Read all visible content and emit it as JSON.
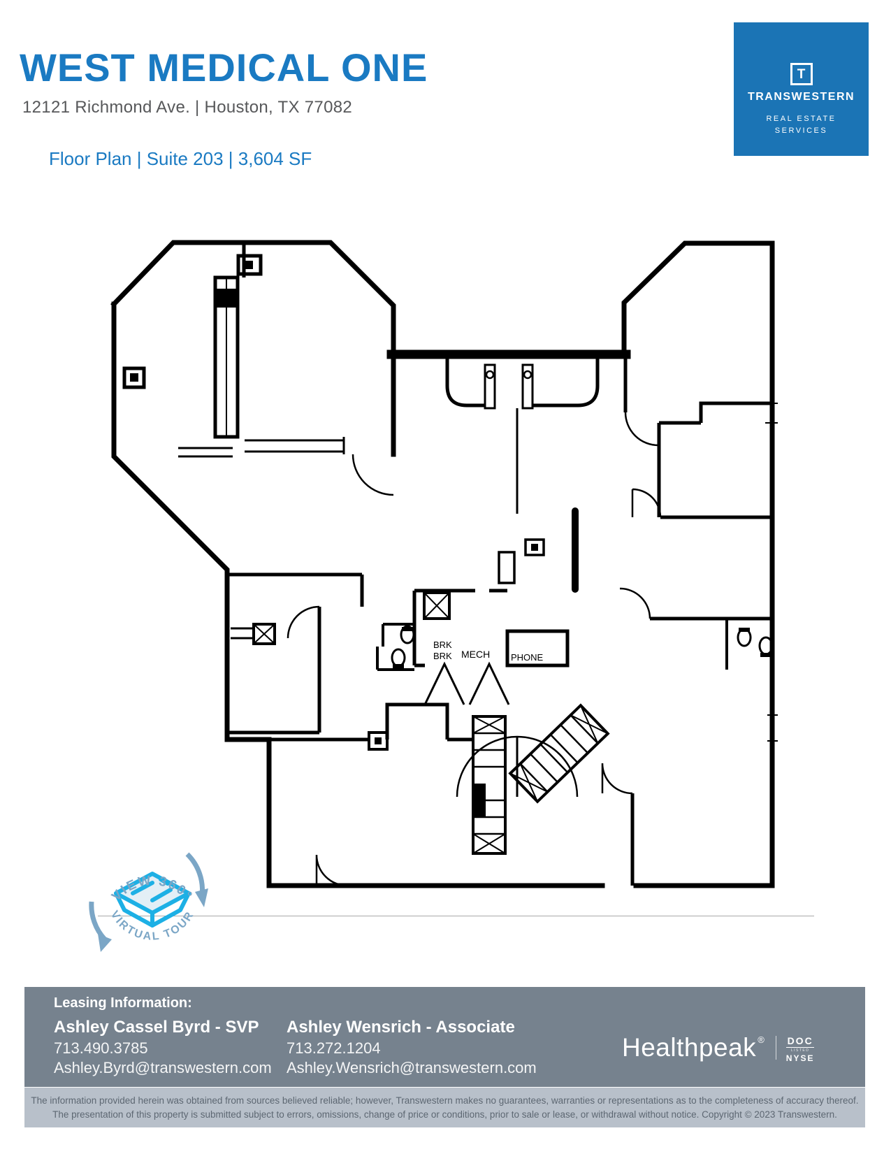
{
  "header": {
    "title": "WEST MEDICAL ONE",
    "address": "12121 Richmond Ave. | Houston, TX 77082",
    "subtitle": "Floor Plan | Suite 203 | 3,604 SF"
  },
  "logo": {
    "icon_letter": "T",
    "name": "TRANSWESTERN",
    "tagline_line1": "REAL ESTATE",
    "tagline_line2": "SERVICES",
    "background_color": "#1b74b5"
  },
  "floor_plan": {
    "labels": {
      "brk1": "BRK",
      "brk2": "BRK",
      "mech": "MECH",
      "phone": "PHONE"
    }
  },
  "badge": {
    "top_text": "VIEW 360°",
    "bottom_text": "VIRTUAL TOUR",
    "ring_color": "#7ba6c6",
    "icon_color": "#1db0e5"
  },
  "footer": {
    "leasing_heading": "Leasing Information:",
    "contacts": [
      {
        "name": "Ashley Cassel Byrd - SVP",
        "phone": "713.490.3785",
        "email": "Ashley.Byrd@transwestern.com"
      },
      {
        "name": "Ashley  Wensrich - Associate",
        "phone": "713.272.1204",
        "email": "Ashley.Wensrich@transwestern.com"
      }
    ],
    "healthpeak": {
      "name": "Healthpeak",
      "registered": "®",
      "ticker": "DOC",
      "listed": "LISTED",
      "exchange": "NYSE"
    },
    "disclaimer_line1": "The information provided herein was obtained from sources believed reliable; however, Transwestern makes no guarantees, warranties or representations as to the completeness of accuracy thereof.",
    "disclaimer_line2": "The presentation of this property is submitted subject to errors, omissions, change of price or conditions, prior to sale or lease, or withdrawal without notice. Copyright © 2023 Transwestern.",
    "dark_band_color": "#76828e",
    "light_band_color": "#b8c0ca"
  }
}
